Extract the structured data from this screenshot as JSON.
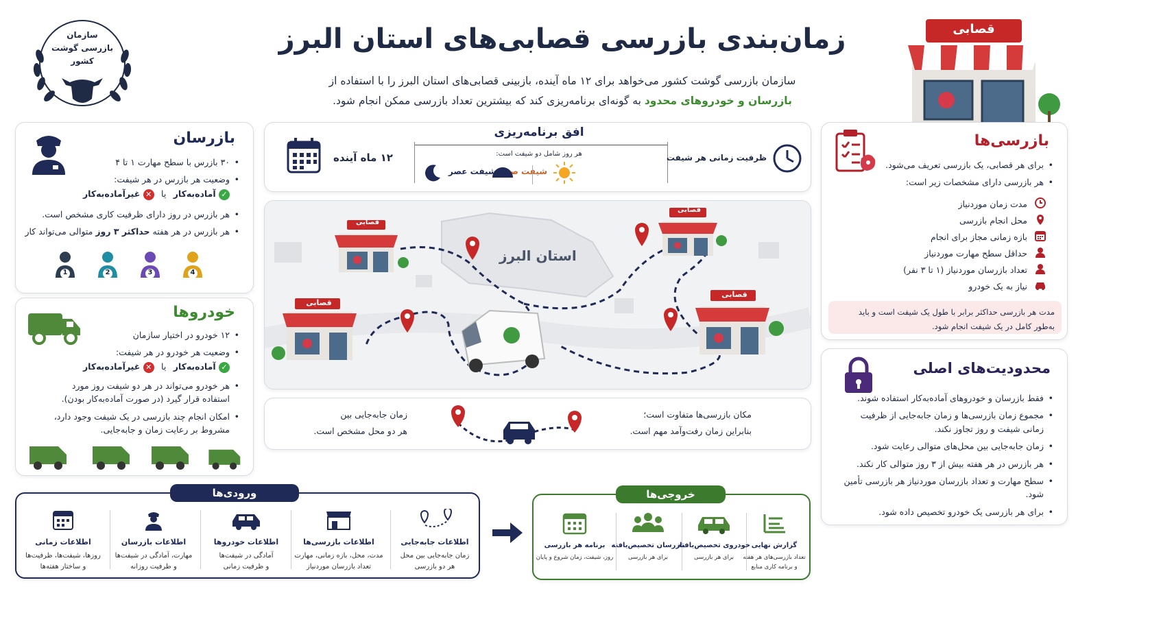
{
  "header": {
    "title": "زمان‌بندی بازرسی قصابی‌های استان البرز",
    "intro_line1": "سازمان بازرسی گوشت کشور می‌خواهد برای ۱۲ ماه آینده، بازبینی قصابی‌های استان البرز را با استفاده از",
    "intro_highlight": "بازرسان و خودروهای محدود",
    "intro_line2": "به گونه‌ای برنامه‌ریزی کند که بیشترین تعداد بازرسی ممکن انجام شود.",
    "logo_line1": "سازمان",
    "logo_line2": "بازرسی گوشت",
    "logo_line3": "کشور",
    "shop_sign": "قصابی"
  },
  "inspectors": {
    "title": "بازرسان",
    "b1": "۳۰ بازرس با سطح مهارت ۱ تا ۴",
    "b2": "وضعیت هر بازرس در هر شیفت:",
    "ready": "آماده‌به‌کار",
    "or": "یا",
    "not_ready": "غیر‌آماده‌به‌کار",
    "b3": "هر بازرس در روز دارای ظرفیت کاری مشخص است.",
    "b4_pre": "هر بازرس در هر هفته",
    "b4_bold": "حداکثر ۳ روز",
    "b4_post": "متوالی می‌تواند کار",
    "levels": [
      "1",
      "2",
      "3",
      "4"
    ]
  },
  "vehicles": {
    "title": "خودروها",
    "b1": "۱۲ خودرو در اختیار سازمان",
    "b2": "وضعیت هر خودرو در هر شیفت:",
    "ready": "آماده‌به‌کار",
    "or": "یا",
    "not_ready": "غیر‌آماده‌به‌کار",
    "b3a": "هر خودرو می‌تواند در هر دو شیفت روز مورد",
    "b3b": "استفاده قرار گیرد (در صورت آماده‌به‌کار بودن).",
    "b4a": "امکان انجام چند بازرسی در یک شیفت وجود دارد،",
    "b4b": "مشروط بر رعایت زمان و جابه‌جایی."
  },
  "horizon": {
    "title": "افق برنامه‌ریزی",
    "months": "۱۲ ماه آینده",
    "day_note": "هر روز شامل دو شیفت است:",
    "morning": "شیفت صبح",
    "afternoon": "شیفت عصر",
    "capacity": "ظرفیت زمانی هر شیفت"
  },
  "map": {
    "province": "استان البرز",
    "shop": "قصابی"
  },
  "travel": {
    "left1": "زمان جابه‌جایی بین",
    "left2": "هر دو محل مشخص است.",
    "right1": "مکان بازرسی‌ها متفاوت است؛",
    "right2": "بنابراین زمان رفت‌وآمد مهم است."
  },
  "inspections": {
    "title": "بازرسی‌ها",
    "b1": "برای هر قصابی، یک بازرسی تعریف می‌شود.",
    "b2": "هر بازرسی دارای مشخصات زیر است:",
    "attrs": [
      "مدت زمان موردنیاز",
      "محل انجام بازرسی",
      "بازه زمانی مجاز برای انجام",
      "حداقل سطح مهارت موردنیاز",
      "تعداد بازرسان موردنیاز (۱ تا ۳ نفر)",
      "نیاز به یک خودرو"
    ],
    "note1": "مدت هر بازرسی حداکثر برابر با طول یک شیفت است و باید",
    "note2": "به‌طور کامل در یک شیفت انجام شود."
  },
  "constraints": {
    "title": "محدودیت‌های اصلی",
    "items": [
      "فقط بازرسان و خودروهای آماده‌به‌کار استفاده شوند.",
      "مجموع زمان بازرسی‌ها و زمان جابه‌جایی از ظرفیت زمانی شیفت و روز تجاوز نکند.",
      "زمان جابه‌جایی بین محل‌های متوالی رعایت شود.",
      "هر بازرس در هر هفته بیش از ۳ روز متوالی کار نکند.",
      "سطح مهارت و تعداد بازرسان موردنیاز هر بازرسی تأمین شود.",
      "برای هر بازرسی یک خودرو تخصیص داده شود."
    ]
  },
  "inputs": {
    "title": "ورودی‌ها",
    "items": [
      {
        "t": "اطلاعات جابه‌جایی",
        "d1": "زمان جابه‌جایی بین محل",
        "d2": "هر دو بازرسی"
      },
      {
        "t": "اطلاعات بازرسی‌ها",
        "d1": "مدت، محل، بازه زمانی، مهارت",
        "d2": "تعداد بازرسان موردنیاز"
      },
      {
        "t": "اطلاعات خودروها",
        "d1": "آمادگی در شیفت‌ها",
        "d2": "و ظرفیت زمانی"
      },
      {
        "t": "اطلاعات بازرسان",
        "d1": "مهارت، آمادگی در شیفت‌ها",
        "d2": "و ظرفیت روزانه"
      },
      {
        "t": "اطلاعات زمانی",
        "d1": "روزها، شیفت‌ها، ظرفیت‌ها",
        "d2": "و ساختار هفته‌ها"
      }
    ]
  },
  "outputs": {
    "title": "خروجی‌ها",
    "items": [
      {
        "t": "گزارش نهایی",
        "d1": "تعداد بازرسی‌های هر هفته",
        "d2": "و برنامه کاری منابع"
      },
      {
        "t": "خودروی تخصیص‌یافته",
        "d1": "برای هر بازرسی",
        "d2": ""
      },
      {
        "t": "بازرسان تخصیص‌یافته",
        "d1": "برای هر بازرسی",
        "d2": ""
      },
      {
        "t": "برنامه هر بازرسی",
        "d1": "روز، شیفت، زمان شروع و پایان",
        "d2": ""
      }
    ]
  },
  "colors": {
    "navy": "#1f2a56",
    "red": "#b3202a",
    "green": "#3c8a2e",
    "olive": "#4f8a3a",
    "awning": "#d63b3b"
  }
}
